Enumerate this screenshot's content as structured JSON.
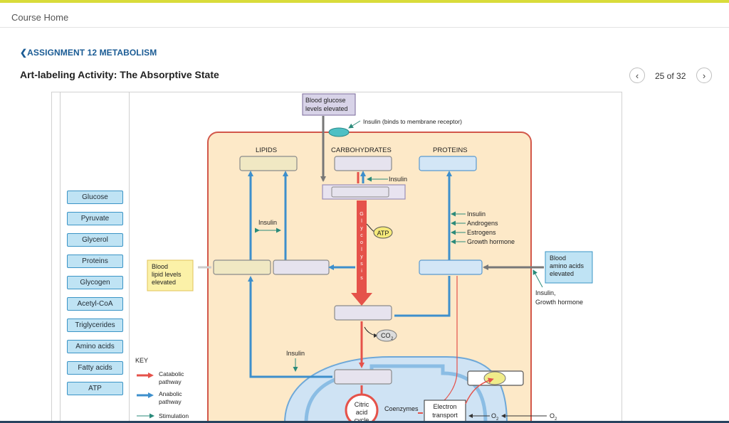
{
  "header": {
    "course_home": "Course Home",
    "back_link": "ASSIGNMENT 12 METABOLISM",
    "title": "Art-labeling Activity: The Absorptive State",
    "pager": "25 of 32"
  },
  "label_bank": [
    "Glucose",
    "Pyruvate",
    "Glycerol",
    "Proteins",
    "Glycogen",
    "Acetyl-CoA",
    "Triglycerides",
    "Amino acids",
    "Fatty acids",
    "ATP"
  ],
  "diagram": {
    "blood_glucose_line1": "Blood glucose",
    "blood_glucose_line2": "levels elevated",
    "insulin_receptor": "Insulin (binds to membrane receptor)",
    "col_lipids": "LIPIDS",
    "col_carbs": "CARBOHYDRATES",
    "col_proteins": "PROTEINS",
    "insulin_carbs": "Insulin",
    "insulin_lipids": "Insulin",
    "glycolysis_letters": [
      "G",
      "l",
      "y",
      "c",
      "o",
      "l",
      "y",
      "s",
      "i",
      "s"
    ],
    "atp": "ATP",
    "hormones": [
      "Insulin",
      "Androgens",
      "Estrogens",
      "Growth hormone"
    ],
    "blood_lipid_line1": "Blood",
    "blood_lipid_line2": "lipid levels",
    "blood_lipid_line3": "elevated",
    "blood_amino_line1": "Blood",
    "blood_amino_line2": "amino acids",
    "blood_amino_line3": "elevated",
    "insulin_gh_line1": "Insulin,",
    "insulin_gh_line2": "Growth hormone",
    "co2": "CO",
    "co2_sub": "2",
    "insulin_bottom": "Insulin",
    "key_title": "KEY",
    "key_catabolic_line1": "Catabolic",
    "key_catabolic_line2": "pathway",
    "key_anabolic_line1": "Anabolic",
    "key_anabolic_line2": "pathway",
    "key_stimulation": "Stimulation",
    "citric_line1": "Citric",
    "citric_line2": "acid",
    "citric_line3": "cycle",
    "coenzymes": "Coenzymes",
    "electron_line1": "Electron",
    "electron_line2": "transport",
    "o2": "O",
    "o2_sub": "2"
  },
  "colors": {
    "cell_fill": "#fde9c8",
    "cell_border": "#d2574a",
    "anabolic": "#3d8fcc",
    "catabolic": "#e5524a",
    "stimulation": "#2a8a7a",
    "label_bank_fill": "#bfe3f4",
    "yellow_box": "#fbf1a8"
  }
}
